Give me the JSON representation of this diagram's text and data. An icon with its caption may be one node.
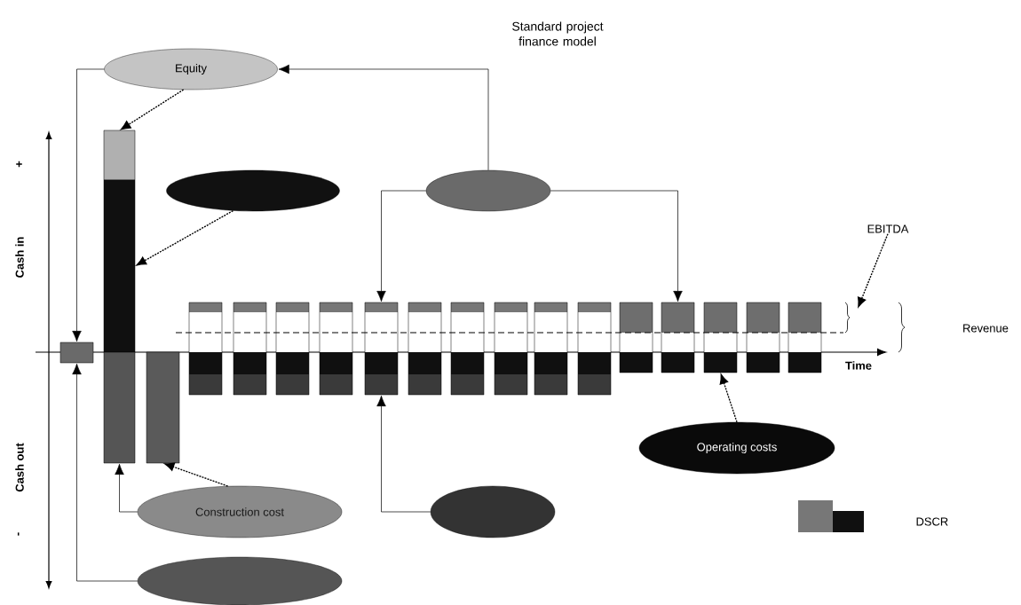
{
  "diagram": {
    "title": "Standard project finance model",
    "nodes": [
      {
        "text": [
          "Equity"
        ]
      },
      {
        "text": [],
        "shape": "ellipse"
      },
      {
        "text": [],
        "shape": "ellipse"
      },
      {
        "text": [
          "Construction cost"
        ]
      },
      {
        "text": [],
        "shape": "ellipse"
      },
      {
        "text": [],
        "shape": "ellipse"
      },
      {
        "text": [
          "Operating costs"
        ]
      },
      {
        "text": [
          "EBITDA"
        ]
      },
      {
        "text": [
          "Revenue"
        ]
      },
      {
        "text": [],
        "shape": "bar"
      },
      {
        "text": [],
        "shape": "bar"
      },
      {
        "text": [],
        "shape": "box"
      },
      {
        "text": [],
        "shape": "bar"
      },
      {
        "text": [],
        "shape": "bar"
      },
      {
        "text": [],
        "shape": "bar"
      },
      {
        "text": [],
        "shape": "bar"
      },
      {
        "text": [],
        "shape": "bar"
      },
      {
        "text": [],
        "shape": "bar"
      },
      {
        "text": [],
        "shape": "bar"
      },
      {
        "text": [],
        "shape": "bar"
      },
      {
        "text": [],
        "shape": "bar"
      },
      {
        "text": [],
        "shape": "bar"
      },
      {
        "text": [],
        "shape": "bar"
      },
      {
        "text": [],
        "shape": "bar"
      },
      {
        "text": [],
        "shape": "bar"
      },
      {
        "text": [],
        "shape": "bar"
      },
      {
        "text": [],
        "shape": "bar"
      },
      {
        "text": [],
        "shape": "bar"
      },
      {
        "text": [],
        "shape": "bar"
      }
    ],
    "edges": [
      {
        "from": 2,
        "to": 0,
        "arrow": "to"
      },
      {
        "from": 0,
        "to": 11,
        "arrow": "to"
      },
      {
        "from": 0,
        "to": 9,
        "arrow": "to",
        "style": "dashed"
      },
      {
        "from": 1,
        "to": 10,
        "arrow": "to",
        "style": "dashed"
      },
      {
        "from": 2,
        "to": 18,
        "arrow": "to"
      },
      {
        "from": 2,
        "to": 25,
        "arrow": "to"
      },
      {
        "from": 3,
        "to": 12,
        "arrow": "to"
      },
      {
        "from": 3,
        "to": 13,
        "arrow": "to",
        "style": "dashed"
      },
      {
        "from": 4,
        "to": 11,
        "arrow": "to"
      },
      {
        "from": 5,
        "to": 18,
        "arrow": "to"
      },
      {
        "from": 6,
        "to": 26,
        "arrow": "to",
        "style": "dashed"
      },
      {
        "from": 7,
        "to": null,
        "arrow": "to",
        "style": "dashed"
      }
    ],
    "labels": [
      "+",
      "Cash in",
      "Cash out",
      "-",
      "Time"
    ],
    "legend": [
      {
        "text": "DSCR"
      }
    ]
  }
}
